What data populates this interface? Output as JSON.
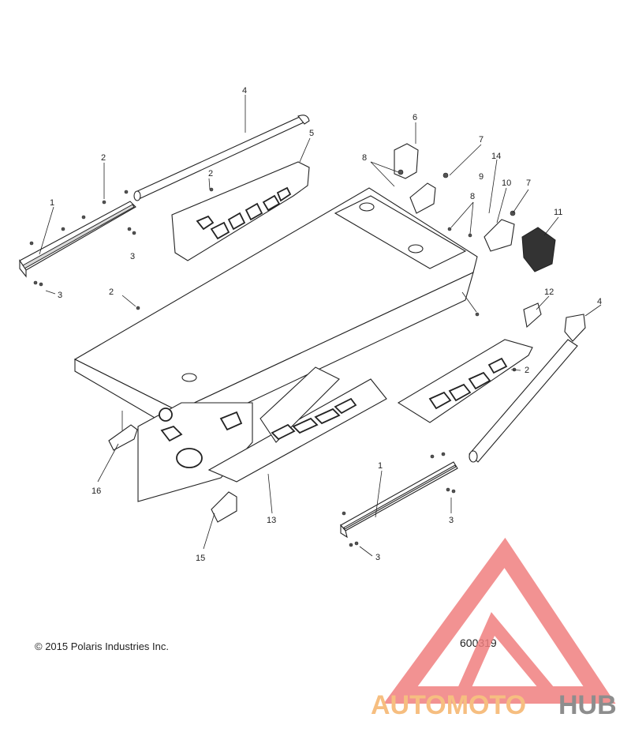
{
  "diagram": {
    "callouts": {
      "c1a": "1",
      "c1b": "1",
      "c2a": "2",
      "c2b": "2",
      "c2c": "2",
      "c2d": "2",
      "c3a": "3",
      "c3b": "3",
      "c3c": "3",
      "c3d": "3",
      "c4a": "4",
      "c4b": "4",
      "c5": "5",
      "c6": "6",
      "c7a": "7",
      "c7b": "7",
      "c8a": "8",
      "c8b": "8",
      "c9": "9",
      "c10": "10",
      "c11": "11",
      "c12": "12",
      "c13": "13",
      "c14": "14",
      "c15": "15",
      "c16": "16"
    },
    "copyright": "© 2015 Polaris Industries Inc.",
    "figure_number": "600319"
  },
  "watermark": {
    "brand_part1": "AUTOMOTO",
    "brand_part2": "HUB",
    "colors": {
      "triangle": "#f08080",
      "auto": "#f5b36a",
      "hub": "#7a7a7a"
    }
  }
}
